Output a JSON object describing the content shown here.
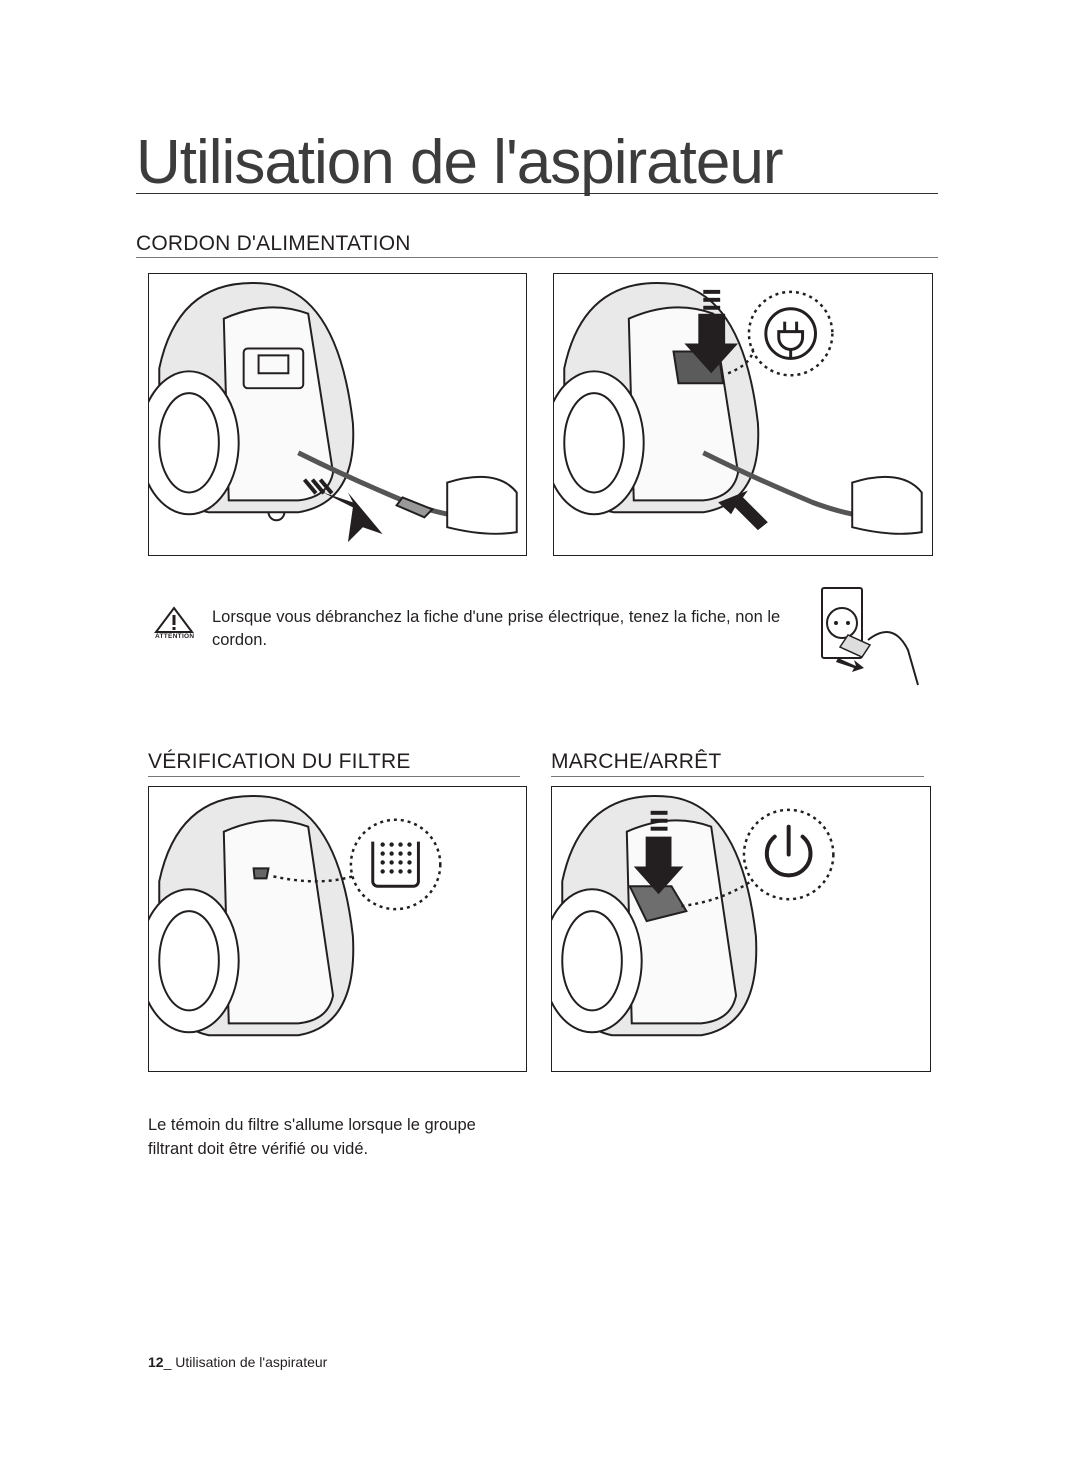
{
  "page": {
    "title": "Utilisation de l'aspirateur"
  },
  "sections": {
    "power_cord": {
      "heading": "CORDON D'ALIMENTATION"
    },
    "filter_check": {
      "heading": "VÉRIFICATION DU FILTRE"
    },
    "on_off": {
      "heading": "MARCHE/ARRÊT"
    }
  },
  "caution": {
    "label": "ATTENTION",
    "text": "Lorsque vous débranchez la fiche d'une prise électrique, tenez la fiche, non le cordon."
  },
  "filter_note": {
    "text": "Le témoin du filtre s'allume lorsque le groupe filtrant doit être vérifié ou vidé."
  },
  "footer": {
    "page_number": "12",
    "separator": "_",
    "label": "Utilisation de l'aspirateur"
  },
  "icons": {
    "plug": "plug-icon",
    "power": "power-icon",
    "filter": "filter-icon",
    "caution": "caution-icon"
  }
}
